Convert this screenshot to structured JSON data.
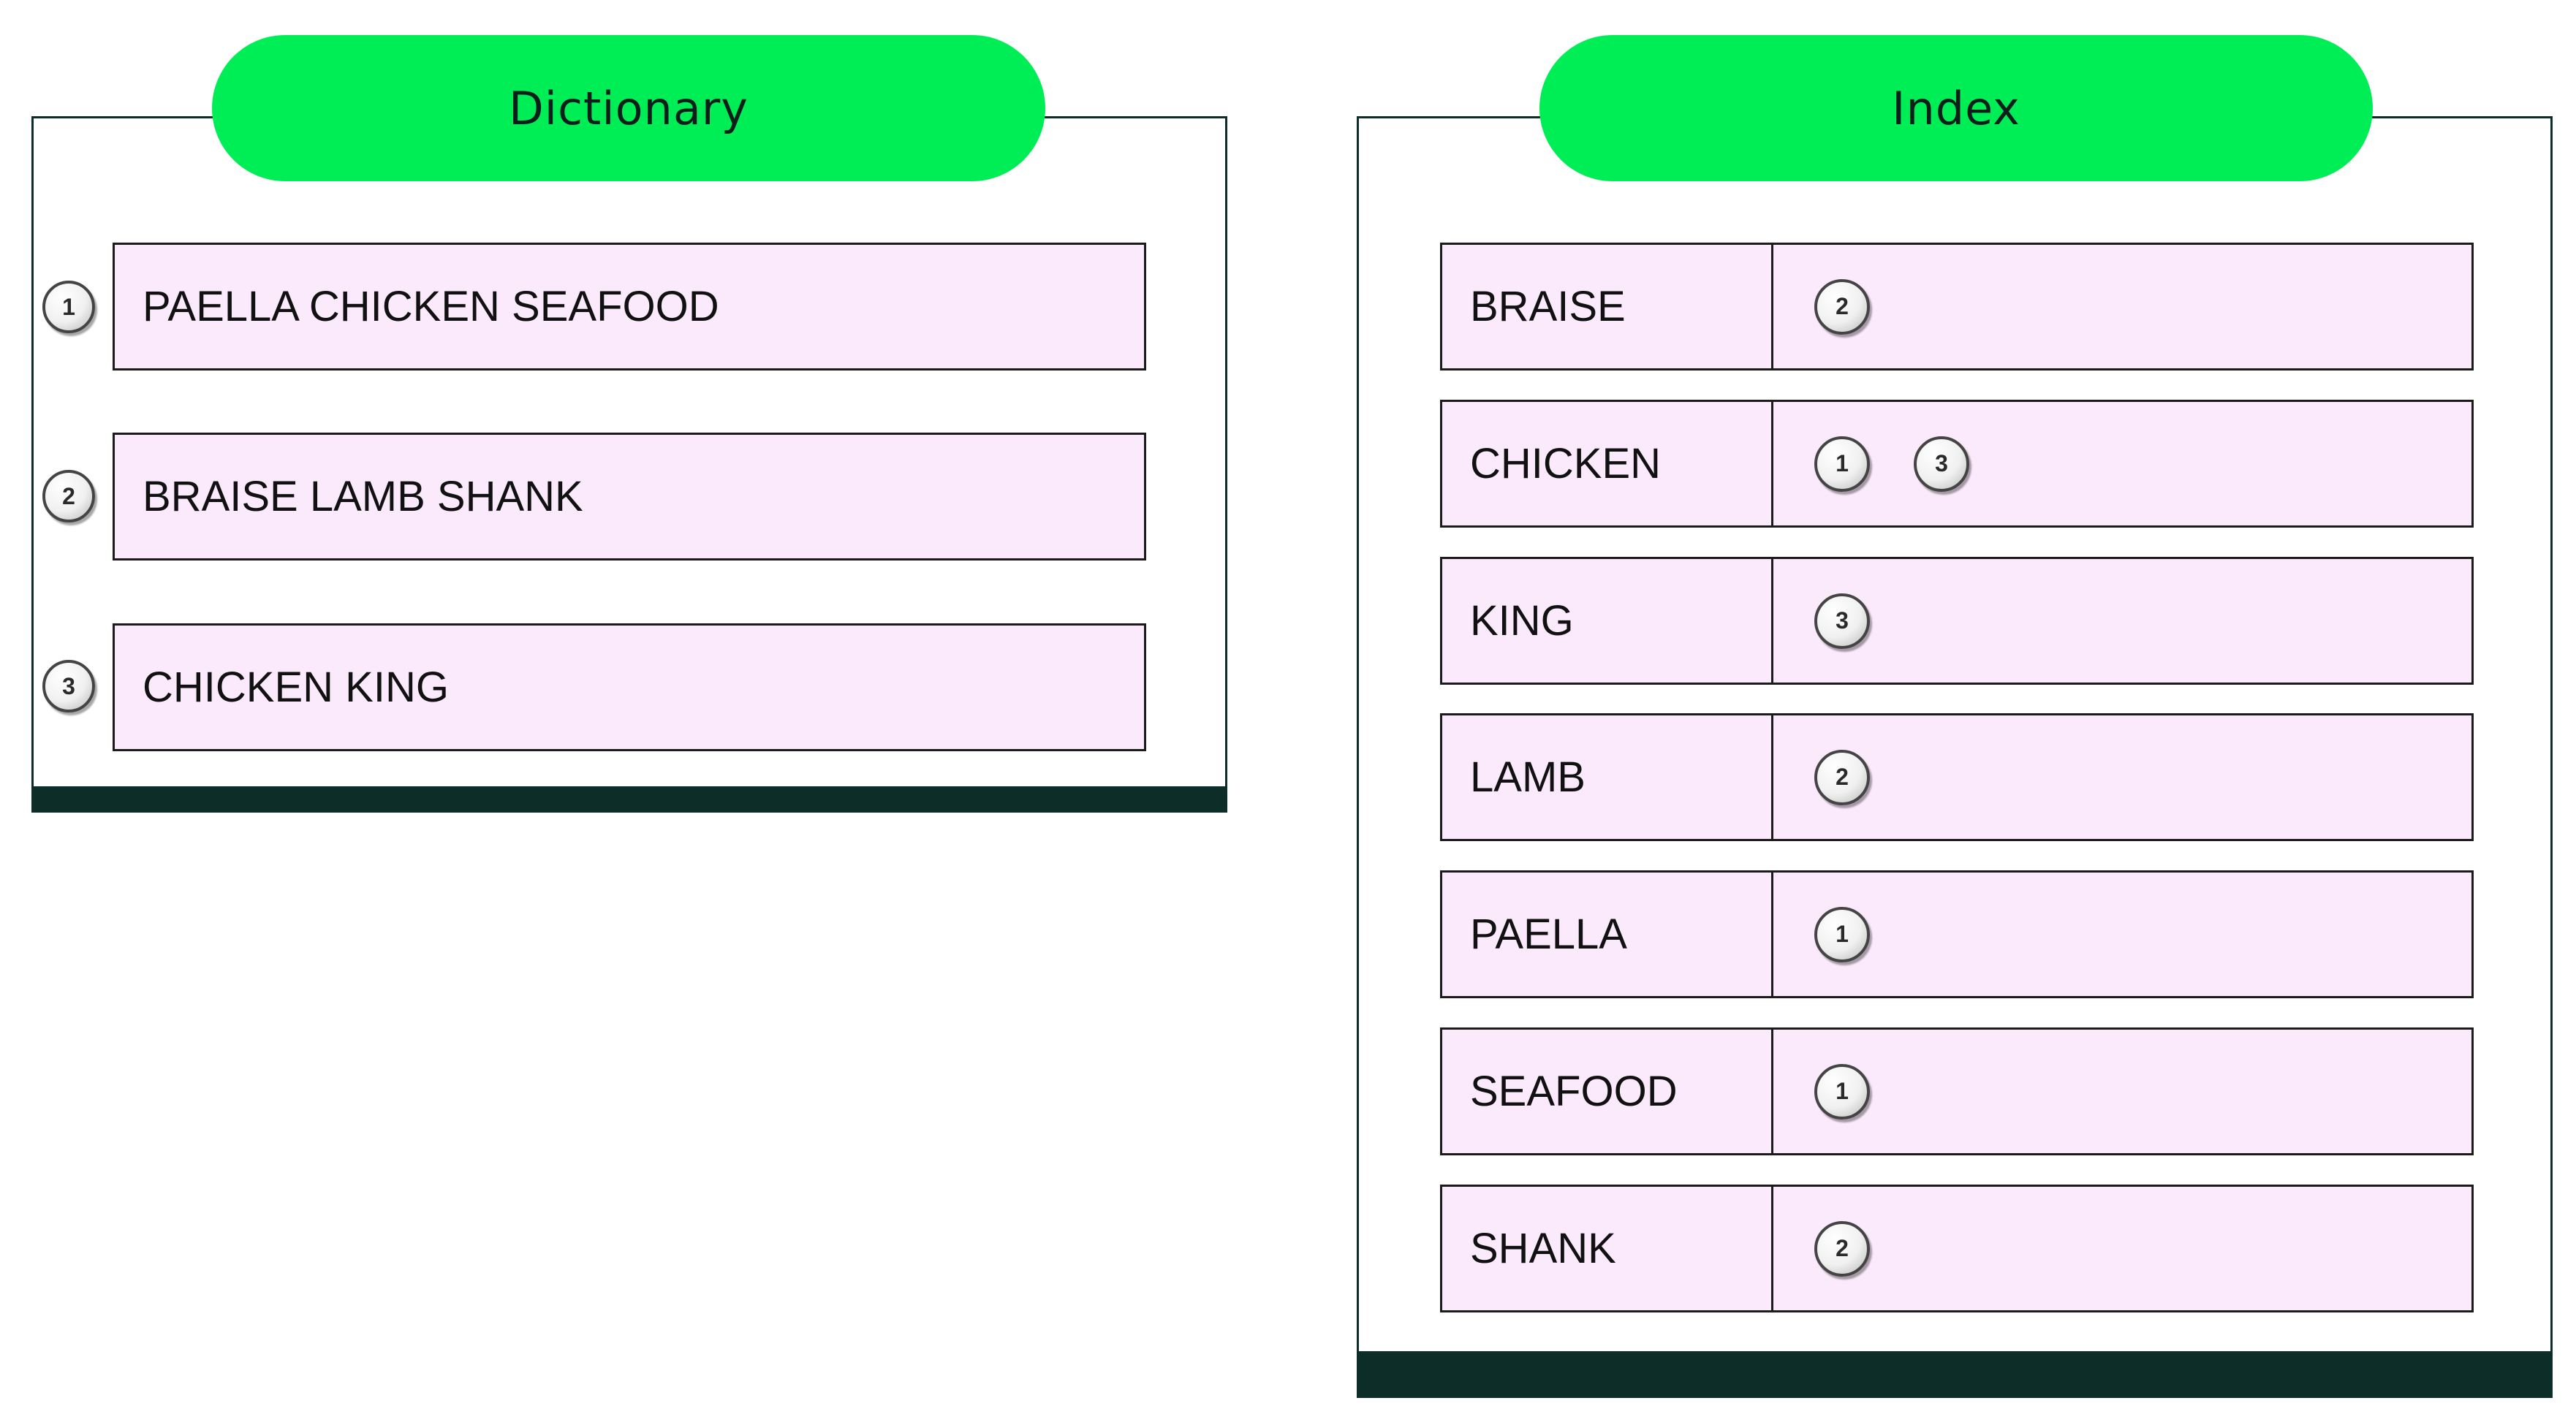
{
  "colors": {
    "header_green": "#00ee55",
    "row_fill": "#fbeafc",
    "panel_border": "#0d2e28"
  },
  "dictionary": {
    "title": "Dictionary",
    "rows": [
      {
        "id": "1",
        "text": "PAELLA CHICKEN SEAFOOD"
      },
      {
        "id": "2",
        "text": "BRAISE LAMB SHANK"
      },
      {
        "id": "3",
        "text": "CHICKEN KING"
      }
    ]
  },
  "index": {
    "title": "Index",
    "rows": [
      {
        "term": "BRAISE",
        "refs": [
          "2"
        ]
      },
      {
        "term": "CHICKEN",
        "refs": [
          "1",
          "3"
        ]
      },
      {
        "term": "KING",
        "refs": [
          "3"
        ]
      },
      {
        "term": "LAMB",
        "refs": [
          "2"
        ]
      },
      {
        "term": "PAELLA",
        "refs": [
          "1"
        ]
      },
      {
        "term": "SEAFOOD",
        "refs": [
          "1"
        ]
      },
      {
        "term": "SHANK",
        "refs": [
          "2"
        ]
      }
    ]
  }
}
